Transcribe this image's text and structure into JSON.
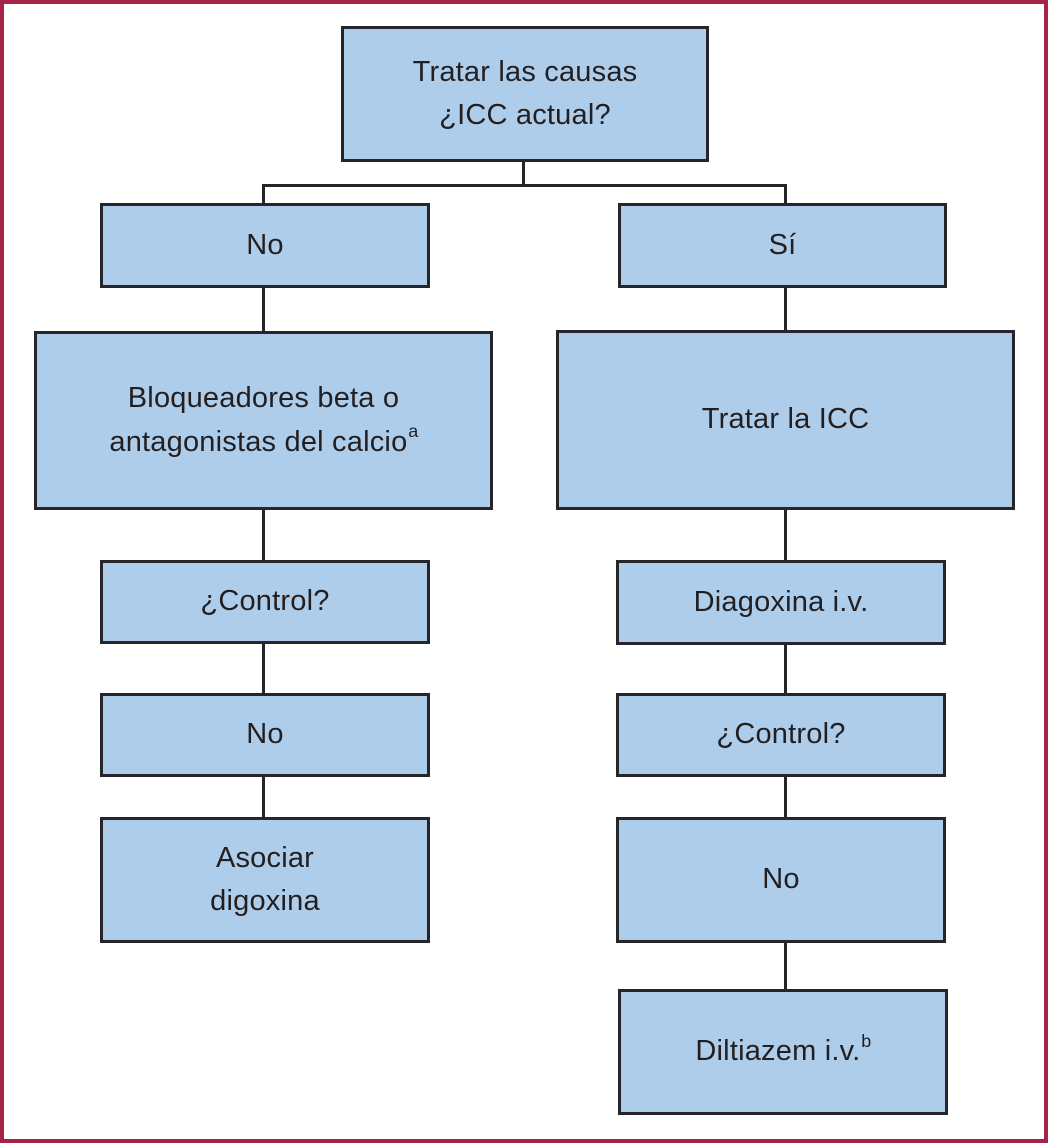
{
  "colors": {
    "figure_border": "#a52346",
    "node_fill": "#aecdea",
    "node_border": "#26262a",
    "text": "#231f20",
    "connector": "#26262a",
    "background": "#ffffff"
  },
  "flowchart": {
    "type": "decision-tree",
    "root": {
      "lines": [
        "Tratar las causas",
        "¿ICC actual?"
      ]
    },
    "no_branch": {
      "label": "No"
    },
    "yes_branch": {
      "label": "Sí"
    },
    "beta_blockers": {
      "lines": [
        "Bloqueadores beta o",
        "antagonistas del calcio"
      ],
      "sup": "a"
    },
    "treat_icc": {
      "label": "Tratar la ICC"
    },
    "control_left": {
      "label": "¿Control?"
    },
    "digoxin_iv": {
      "label": "Diagoxina i.v."
    },
    "no_left": {
      "label": "No"
    },
    "control_right": {
      "label": "¿Control?"
    },
    "add_digoxin": {
      "lines": [
        "Asociar",
        "digoxina"
      ]
    },
    "no_right": {
      "label": "No"
    },
    "diltiazem_iv": {
      "label": "Diltiazem i.v.",
      "sup": "b"
    }
  }
}
